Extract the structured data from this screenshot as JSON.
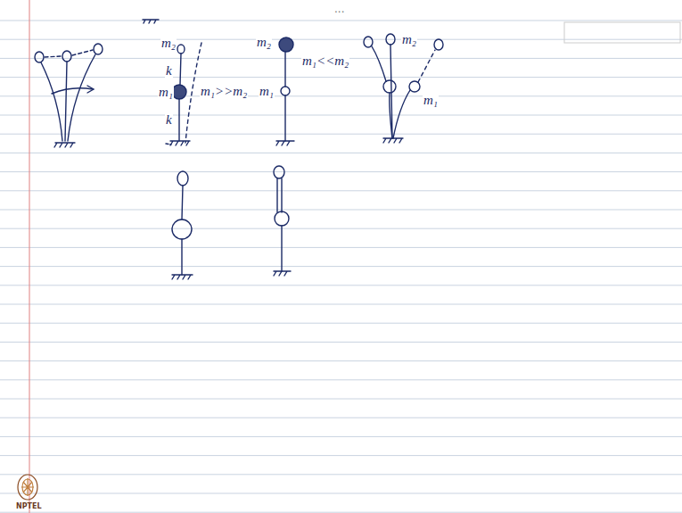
{
  "diagram": {
    "labels": [
      "...",
      "m₂",
      "k",
      "m₁",
      "k",
      "m₁>>m₂",
      "m₂",
      "m₁",
      "m₁<<m₂",
      "m₂",
      "m₁",
      "NPTEL"
    ]
  }
}
